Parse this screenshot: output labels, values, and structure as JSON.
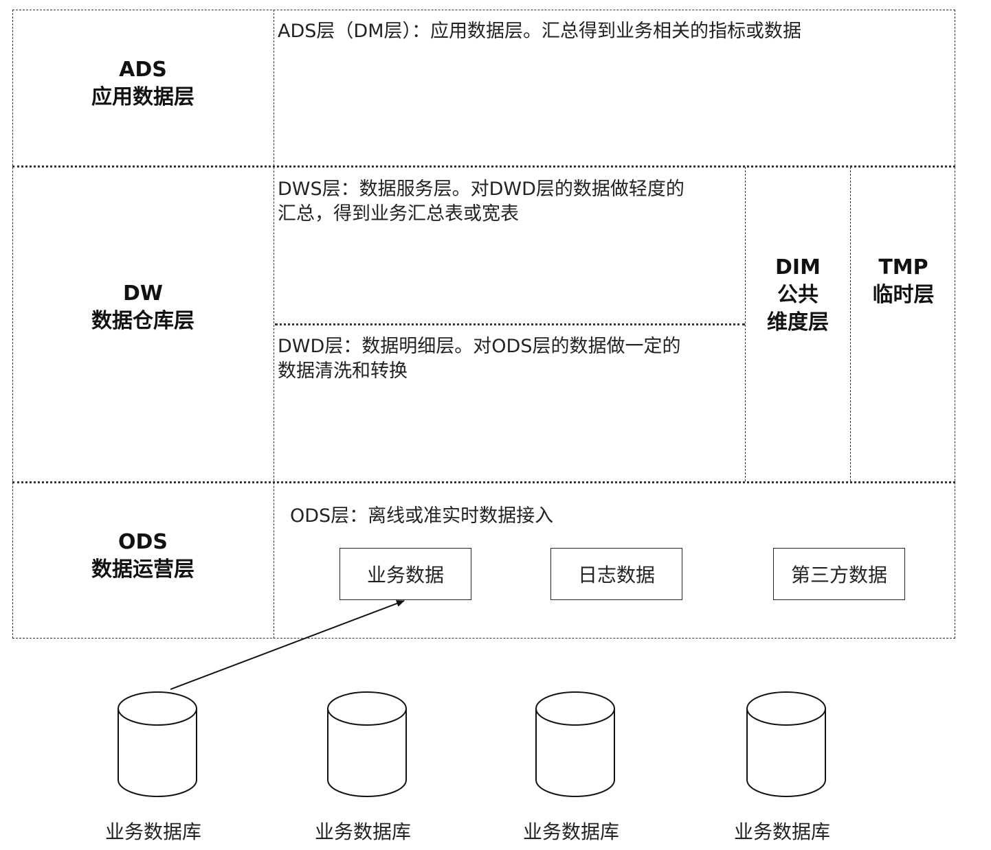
{
  "layers": {
    "ads": {
      "code": "ADS",
      "name": "应用数据层",
      "description": "ADS层（DM层）：应用数据层。汇总得到业务相关的指标或数据"
    },
    "dw": {
      "code": "DW",
      "name": "数据仓库层",
      "dws_description": "DWS层：数据服务层。对DWD层的数据做轻度的汇总，得到业务汇总表或宽表",
      "dwd_description": "DWD层：数据明细层。对ODS层的数据做一定的数据清洗和转换",
      "dim": {
        "code": "DIM",
        "line1": "公共",
        "line2": "维度层"
      },
      "tmp": {
        "code": "TMP",
        "name": "临时层"
      }
    },
    "ods": {
      "code": "ODS",
      "name": "数据运营层",
      "description": "ODS层：离线或准实时数据接入",
      "sources": [
        "业务数据",
        "日志数据",
        "第三方数据"
      ]
    }
  },
  "databases": [
    "业务数据库",
    "业务数据库",
    "业务数据库",
    "业务数据库"
  ]
}
